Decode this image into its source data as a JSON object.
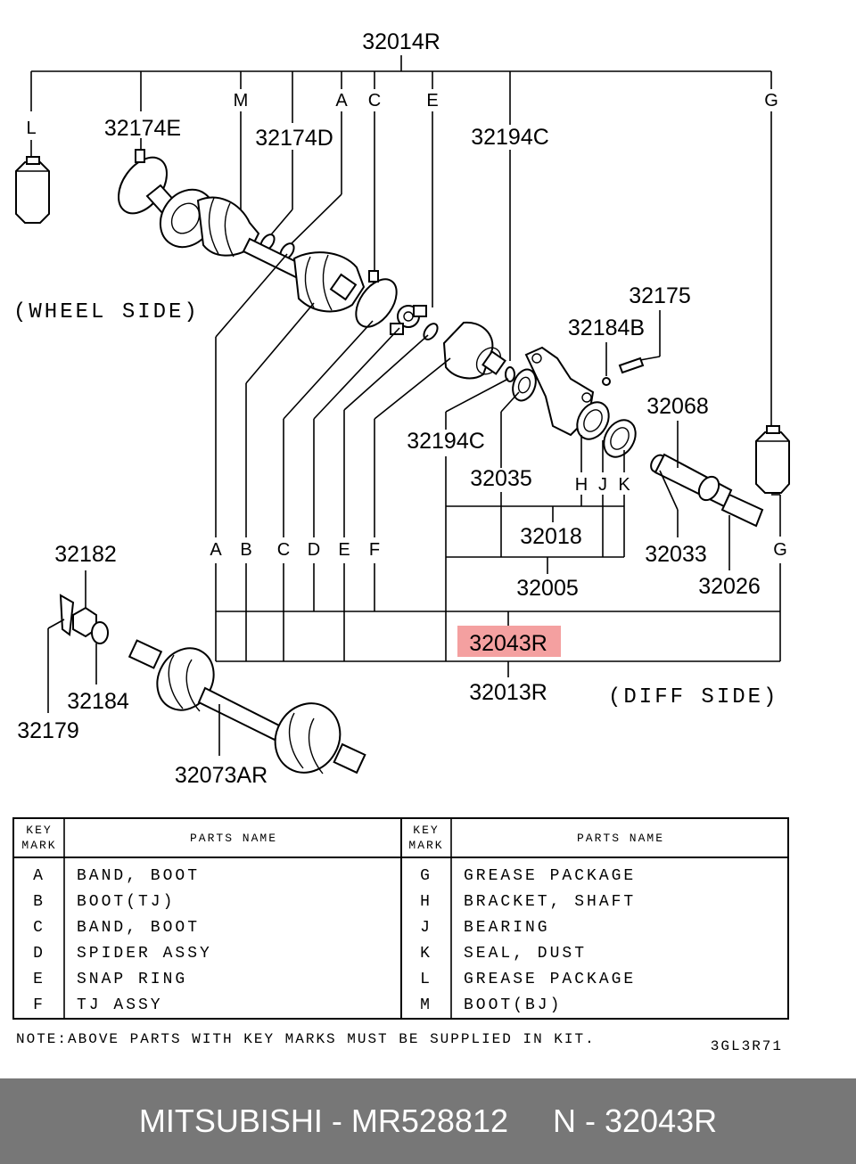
{
  "callouts": {
    "c32014R": "32014R",
    "c32174E": "32174E",
    "c32174D": "32174D",
    "c32194C_top": "32194C",
    "c32175": "32175",
    "c32184B": "32184B",
    "c32068": "32068",
    "c32194C_mid": "32194C",
    "c32035": "32035",
    "c32018": "32018",
    "c32033": "32033",
    "c32005": "32005",
    "c32026": "32026",
    "c32182": "32182",
    "c32043R": "32043R",
    "c32013R": "32013R",
    "c32184": "32184",
    "c32179": "32179",
    "c32073AR": "32073AR"
  },
  "marks": {
    "top_L": "L",
    "top_M": "M",
    "top_A": "A",
    "top_C": "C",
    "top_E": "E",
    "top_G": "G",
    "mid_A": "A",
    "mid_B": "B",
    "mid_C": "C",
    "mid_D": "D",
    "mid_E": "E",
    "mid_F": "F",
    "mid_G": "G",
    "mid_H": "H",
    "mid_J": "J",
    "mid_K": "K"
  },
  "side_labels": {
    "wheel": "(WHEEL SIDE)",
    "diff": "(DIFF SIDE)"
  },
  "highlight_color": "#f4a0a0",
  "table": {
    "header_key_1": "KEY",
    "header_key_2": "MARK",
    "header_name": "PARTS NAME",
    "left_rows": [
      {
        "key": "A",
        "name": "BAND, BOOT"
      },
      {
        "key": "B",
        "name": "BOOT(TJ)"
      },
      {
        "key": "C",
        "name": "BAND, BOOT"
      },
      {
        "key": "D",
        "name": "SPIDER ASSY"
      },
      {
        "key": "E",
        "name": "SNAP RING"
      },
      {
        "key": "F",
        "name": "TJ ASSY"
      }
    ],
    "right_rows": [
      {
        "key": "G",
        "name": "GREASE PACKAGE"
      },
      {
        "key": "H",
        "name": "BRACKET, SHAFT"
      },
      {
        "key": "J",
        "name": "BEARING"
      },
      {
        "key": "K",
        "name": "SEAL, DUST"
      },
      {
        "key": "L",
        "name": "GREASE PACKAGE"
      },
      {
        "key": "M",
        "name": "BOOT(BJ)"
      }
    ]
  },
  "note": "NOTE:ABOVE PARTS WITH KEY MARKS MUST BE SUPPLIED IN KIT.",
  "diagram_code": "3GL3R71",
  "footer": {
    "text": "MITSUBISHI - MR528812     N - 32043R",
    "background": "#777777"
  }
}
